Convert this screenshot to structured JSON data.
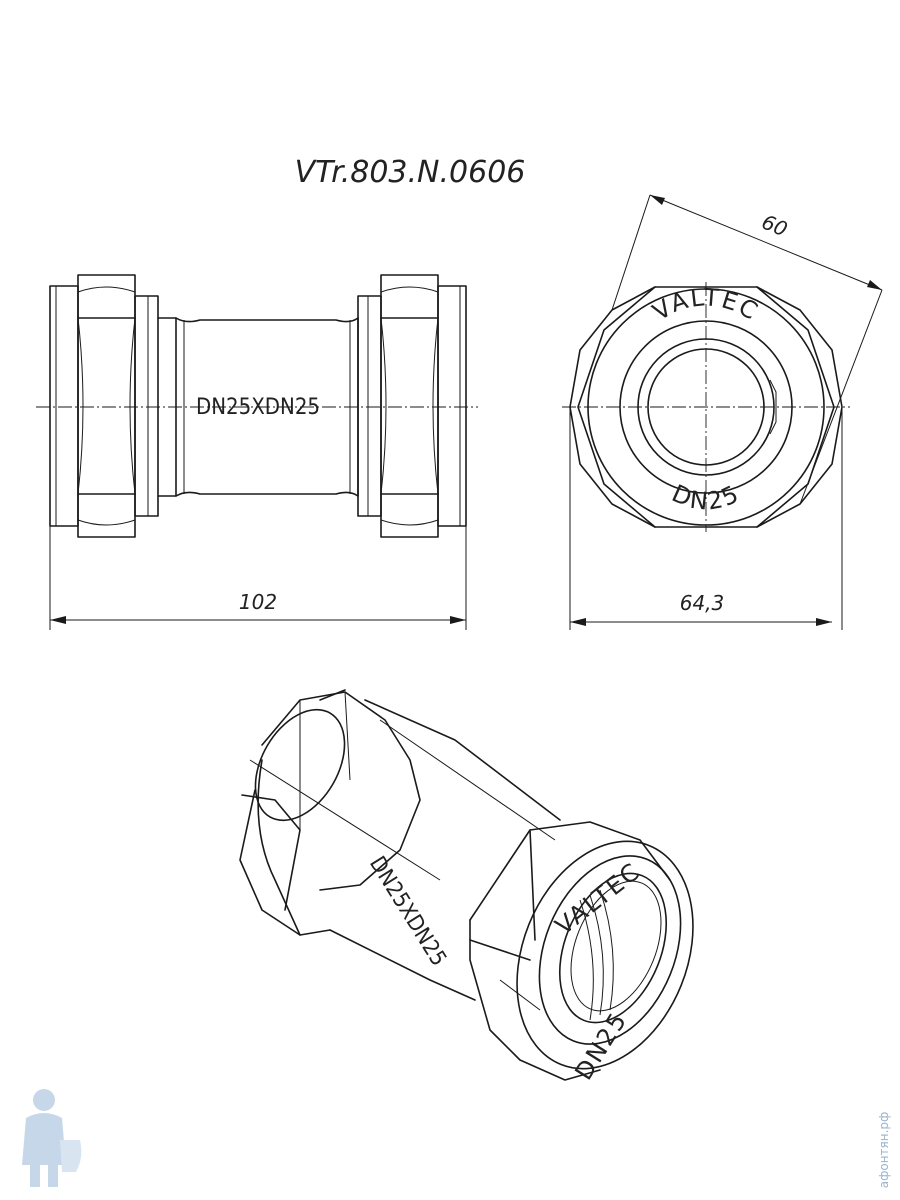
{
  "drawing": {
    "code": "VTr.803.N.0606",
    "size_marking": "DN25XDN25",
    "brand": "VALTEC",
    "dn_marking": "DN25"
  },
  "dimensions": {
    "length": "102",
    "hex_flats": "60",
    "hex_corners": "64,3"
  },
  "watermark": {
    "text": "афонтян.рф",
    "icon": "plumber-mascot-icon"
  }
}
